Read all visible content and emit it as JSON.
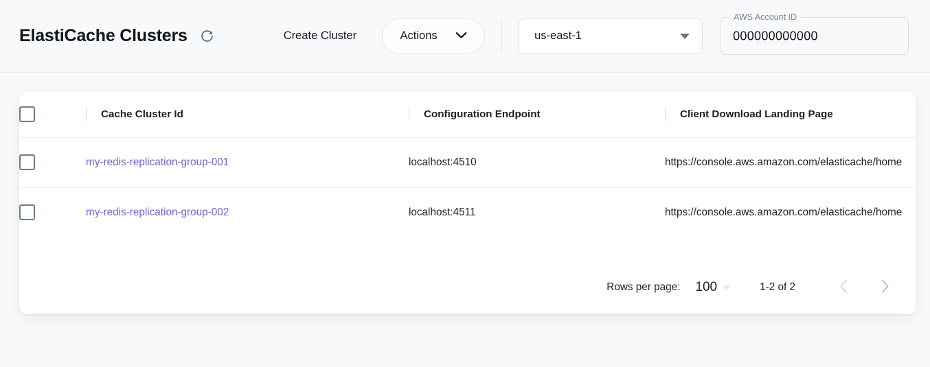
{
  "header": {
    "title": "ElastiCache Clusters",
    "refresh_icon": "refresh-icon",
    "create_cluster_label": "Create Cluster",
    "actions_label": "Actions",
    "actions_caret_icon": "chevron-down-icon",
    "region": {
      "value": "us-east-1",
      "caret_icon": "triangle-down-icon"
    },
    "account": {
      "label": "AWS Account ID",
      "value": "000000000000"
    }
  },
  "table": {
    "columns": [
      "Cache Cluster Id",
      "Configuration Endpoint",
      "Client Download Landing Page"
    ],
    "rows": [
      {
        "cluster_id": "my-redis-replication-group-001",
        "endpoint": "localhost:4510",
        "landing_page": "https://console.aws.amazon.com/elasticache/home"
      },
      {
        "cluster_id": "my-redis-replication-group-002",
        "endpoint": "localhost:4511",
        "landing_page": "https://console.aws.amazon.com/elasticache/home"
      }
    ]
  },
  "pagination": {
    "rows_per_page_label": "Rows per page:",
    "rows_per_page_value": "100",
    "range_label": "1-2 of 2",
    "prev_icon": "chevron-left-icon",
    "next_icon": "chevron-right-icon"
  },
  "colors": {
    "link": "#6c63e0",
    "page_bg": "#f7f8fa",
    "card_bg": "#ffffff",
    "text": "#1a1f27",
    "muted": "#7b8694"
  }
}
